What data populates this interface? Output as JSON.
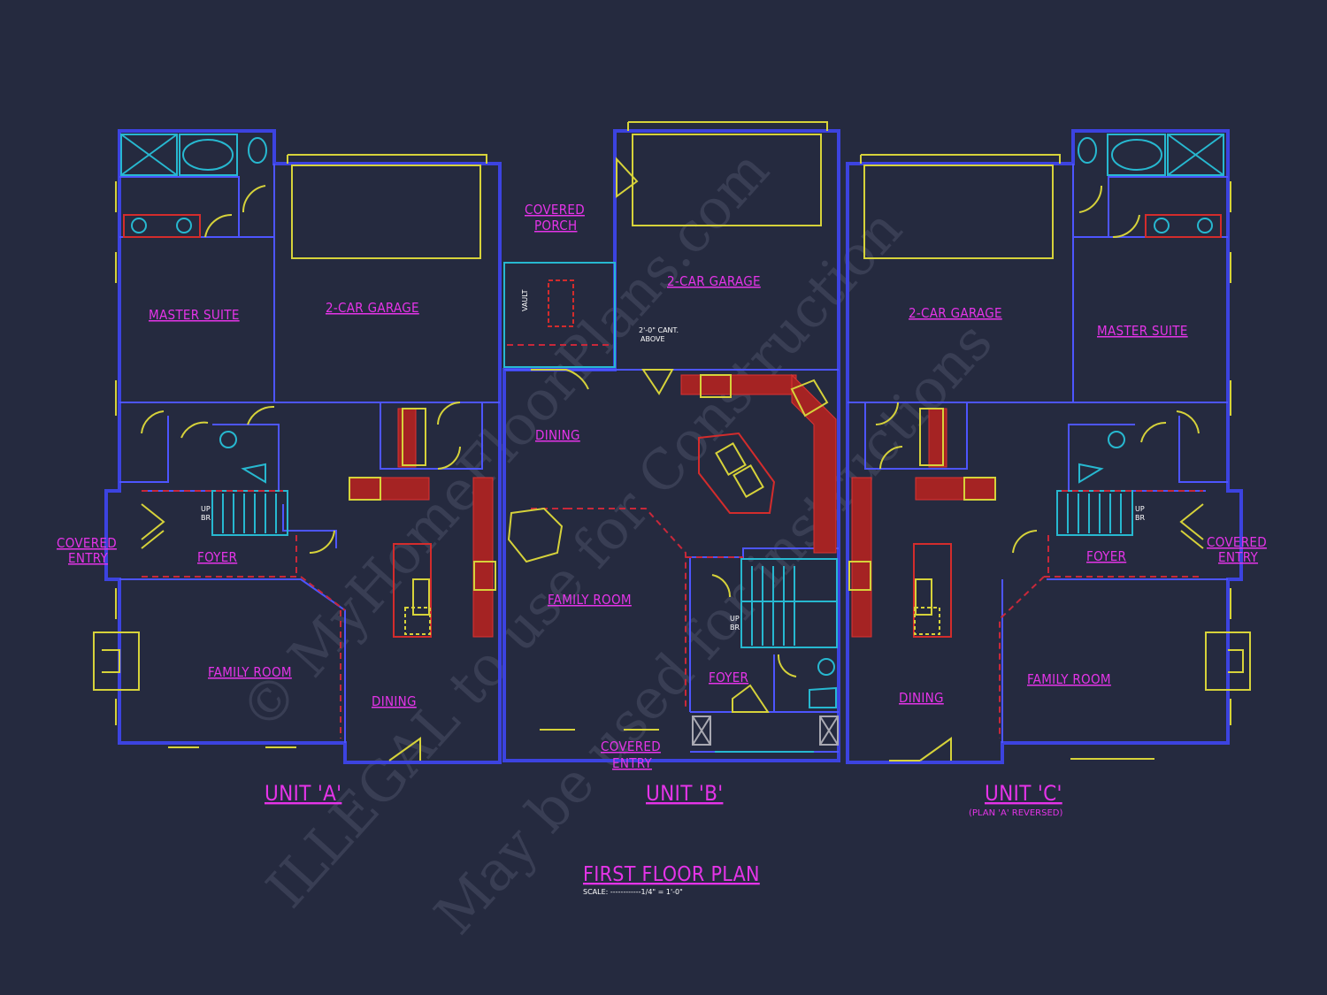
{
  "drawing": {
    "title": "FIRST FLOOR PLAN",
    "scale": "SCALE: ------------1/4\" = 1'-0\"",
    "watermark": [
      "© MyHomeFloorPlans.com",
      "ILLEGAL to use for Construction",
      "May be used for instructions"
    ]
  },
  "units": {
    "a": {
      "name": "UNIT 'A'",
      "rooms": {
        "master_suite": "MASTER SUITE",
        "garage": "2-CAR GARAGE",
        "covered_entry_1": "COVERED",
        "covered_entry_2": "ENTRY",
        "foyer": "FOYER",
        "family_room": "FAMILY ROOM",
        "dining": "DINING",
        "stair_up": "UP",
        "stair_br": "BR"
      }
    },
    "b": {
      "name": "UNIT 'B'",
      "rooms": {
        "covered_porch_1": "COVERED",
        "covered_porch_2": "PORCH",
        "vault": "VAULT",
        "garage": "2-CAR GARAGE",
        "cant_note_1": "2'-0\" CANT.",
        "cant_note_2": "ABOVE",
        "dining": "DINING",
        "family_room": "FAMILY ROOM",
        "foyer": "FOYER",
        "covered_entry_1": "COVERED",
        "covered_entry_2": "ENTRY",
        "stair_up": "UP",
        "stair_br": "BR"
      }
    },
    "c": {
      "name": "UNIT 'C'",
      "subtitle": "(PLAN 'A' REVERSED)",
      "rooms": {
        "garage": "2-CAR GARAGE",
        "master_suite": "MASTER SUITE",
        "covered_entry_1": "COVERED",
        "covered_entry_2": "ENTRY",
        "foyer": "FOYER",
        "dining": "DINING",
        "family_room": "FAMILY ROOM",
        "stair_up": "UP",
        "stair_br": "BR"
      }
    }
  },
  "colors": {
    "background": "#252a3f",
    "walls": "#3c43e0",
    "labels": "#e534e8",
    "fixtures": "#d6d23a",
    "plumbing": "#27b8d0",
    "cabinets": "#d32c2c"
  }
}
